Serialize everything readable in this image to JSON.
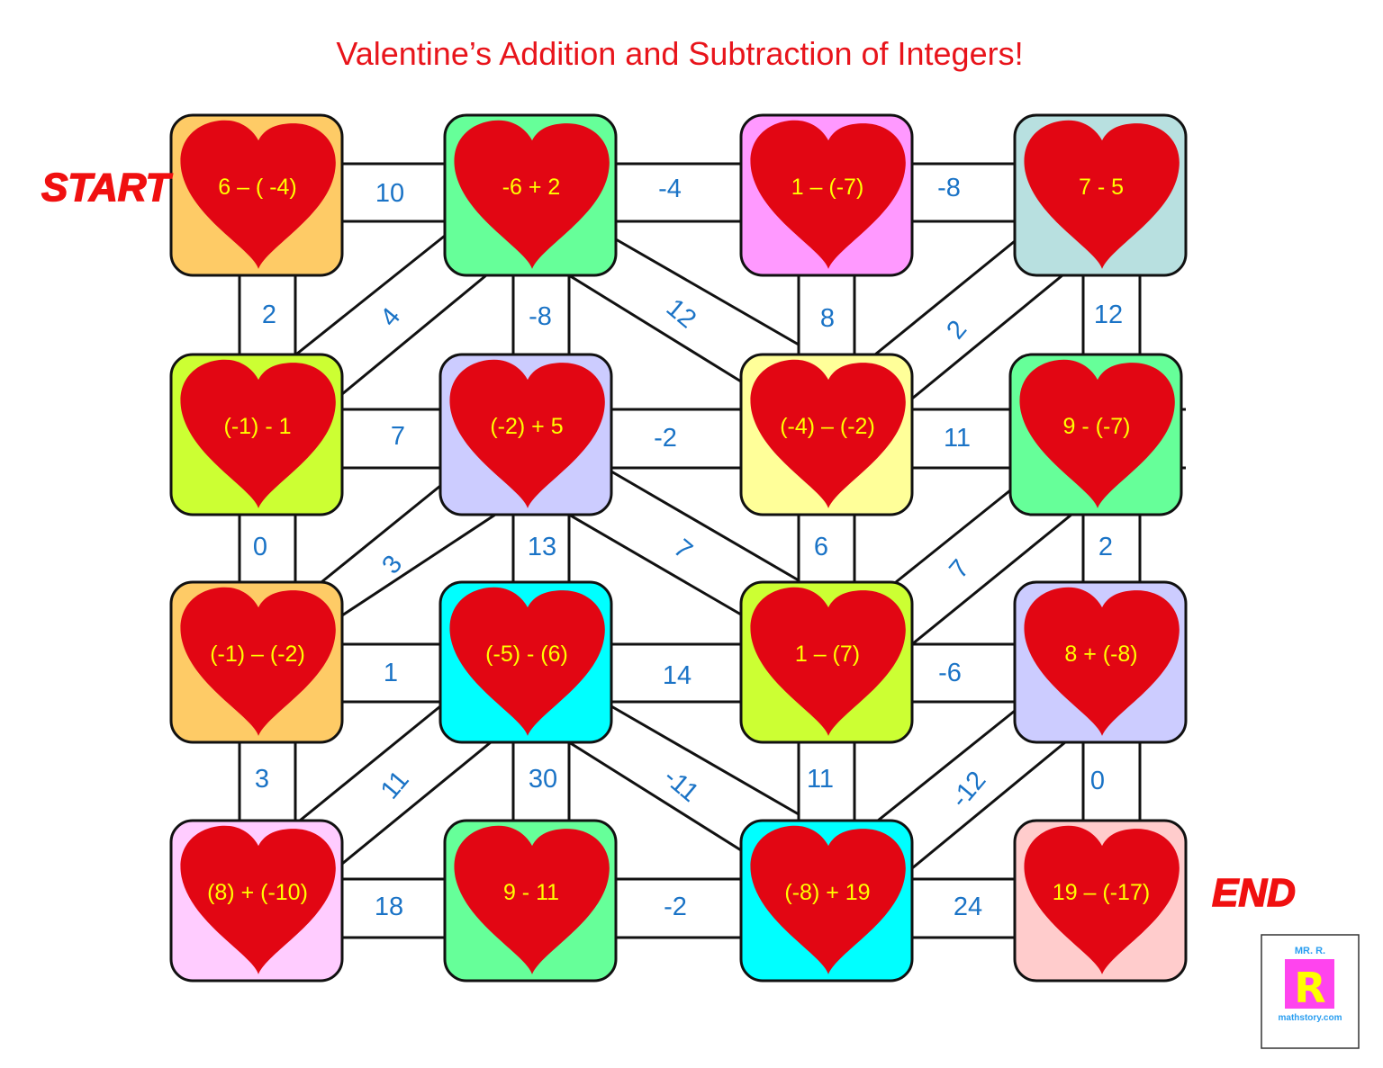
{
  "title": "Valentine’s Addition and Subtraction of Integers!",
  "start_label": "START",
  "end_label": "END",
  "logo": {
    "top": "MR. R.",
    "letter": "R",
    "site": "mathstory.com"
  },
  "colors": {
    "heart": "#e20613",
    "expression": "#ffff00",
    "edge_label": "#1a73c6",
    "title": "#e8141b"
  },
  "grid": [
    [
      {
        "expr": "6 – ( -4)",
        "color": "#fecb66"
      },
      {
        "expr": "-6 + 2",
        "color": "#66ff99"
      },
      {
        "expr": "1 – (-7)",
        "color": "#ff99ff"
      },
      {
        "expr": "7 - 5",
        "color": "#b8e0e0"
      }
    ],
    [
      {
        "expr": "(-1) - 1",
        "color": "#ccff33"
      },
      {
        "expr": "(-2) + 5",
        "color": "#ccccff"
      },
      {
        "expr": "(-4) – (-2)",
        "color": "#ffff99"
      },
      {
        "expr": "9 - (-7)",
        "color": "#66ff99"
      }
    ],
    [
      {
        "expr": "(-1) – (-2)",
        "color": "#fecb66"
      },
      {
        "expr": "(-5) - (6)",
        "color": "#00ffff"
      },
      {
        "expr": "1 – (7)",
        "color": "#ccff33"
      },
      {
        "expr": "8 + (-8)",
        "color": "#ccccff"
      }
    ],
    [
      {
        "expr": "(8) + (-10)",
        "color": "#ffccff"
      },
      {
        "expr": "9 - 11",
        "color": "#66ff99"
      },
      {
        "expr": "(-8) + 19",
        "color": "#00ffff"
      },
      {
        "expr": "19 – (-17)",
        "color": "#ffcccc"
      }
    ]
  ],
  "horizontal_edges": [
    [
      "10",
      "-4",
      "-8"
    ],
    [
      "7",
      "-2",
      "11"
    ],
    [
      "1",
      "14",
      "-6"
    ],
    [
      "18",
      "-2",
      "24"
    ]
  ],
  "vertical_edges": [
    [
      "2",
      "-8",
      "8",
      "12"
    ],
    [
      "0",
      "13",
      "6",
      "2"
    ],
    [
      "3",
      "30",
      "11",
      "0"
    ]
  ],
  "diagonal_edges": [
    [
      "4",
      "12",
      "2"
    ],
    [
      "3",
      "7",
      "7"
    ],
    [
      "11",
      "-11",
      "-12"
    ]
  ]
}
